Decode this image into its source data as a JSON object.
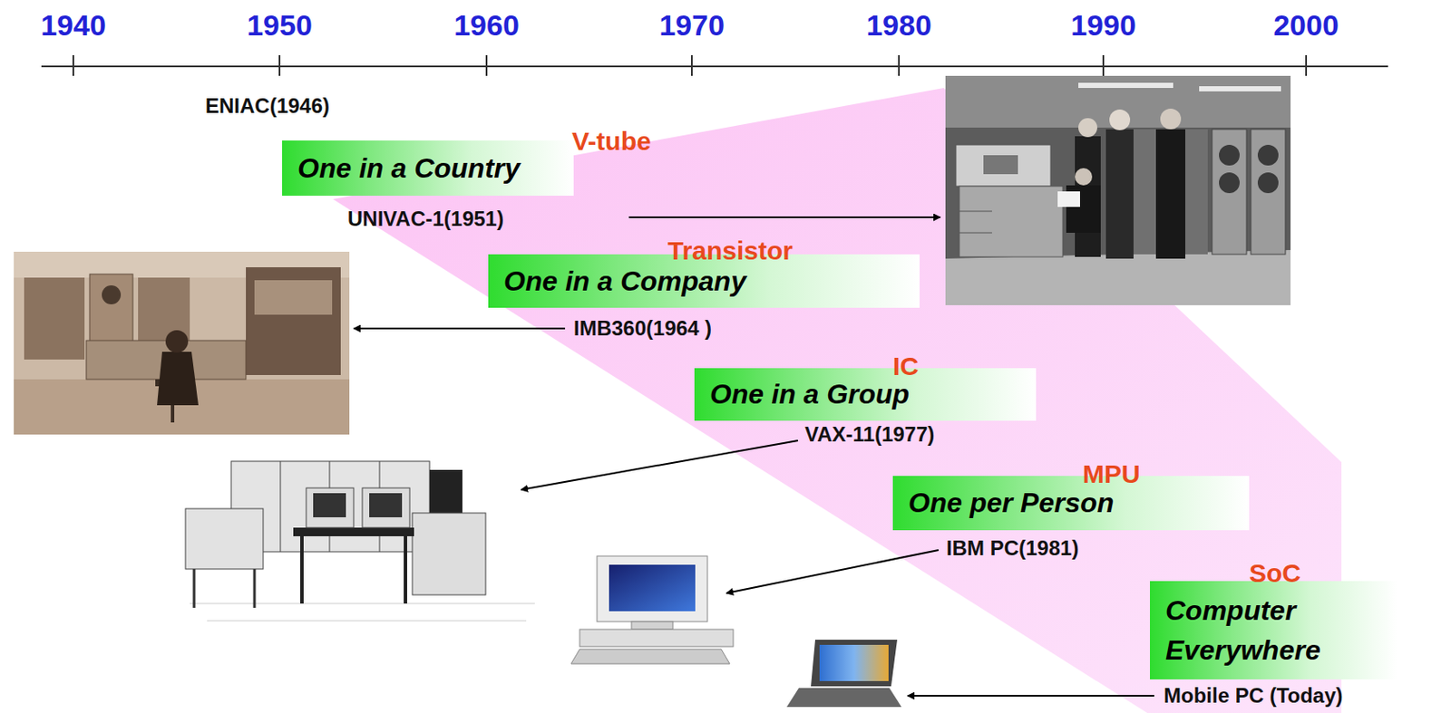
{
  "diagram": {
    "nodes": [
      {
        "text": [
          "V-tube",
          "One in a Country"
        ]
      },
      {
        "text": [
          "Transistor",
          "One in a Company"
        ]
      },
      {
        "text": [
          "IC",
          "One in a Group"
        ]
      },
      {
        "text": [
          "MPU",
          "One per Person"
        ]
      },
      {
        "text": [
          "SoC",
          "Computer Everywhere"
        ]
      }
    ],
    "labels": [
      "1940",
      "1950",
      "1960",
      "1970",
      "1980",
      "1990",
      "2000",
      "ENIAC(1946)",
      "UNIVAC-1(1951)",
      "IMB360(1964 )",
      "VAX-11(1977)",
      "IBM PC(1981)",
      "Mobile PC (Today)"
    ]
  }
}
